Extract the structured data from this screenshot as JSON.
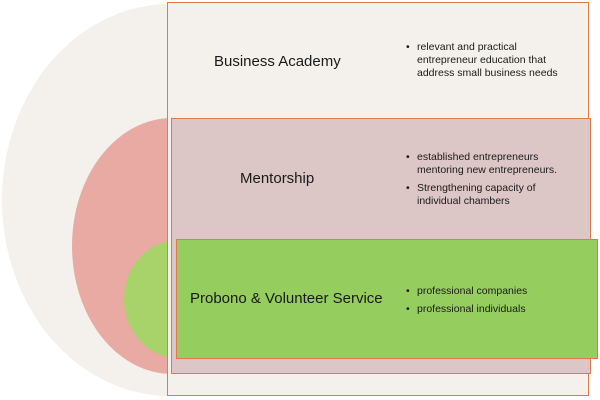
{
  "colors": {
    "outer_arc": "#f4f1ec",
    "middle_arc": "#e8aaa2",
    "inner_arc": "#a8d36a",
    "box1_fill": "#f4f1ec",
    "box2_fill": "#dcc6c6",
    "box3_fill": "#96cd5f",
    "border": "#e07a4e"
  },
  "tiers": [
    {
      "title": "Business Academy",
      "bullets": [
        "relevant and practical entrepreneur education that address small business needs"
      ]
    },
    {
      "title": "Mentorship",
      "bullets": [
        "established entrepreneurs mentoring new entrepreneurs.",
        "Strengthening capacity of individual chambers"
      ]
    },
    {
      "title": "Probono & Volunteer Service",
      "bullets": [
        "professional companies",
        "professional individuals"
      ]
    }
  ]
}
